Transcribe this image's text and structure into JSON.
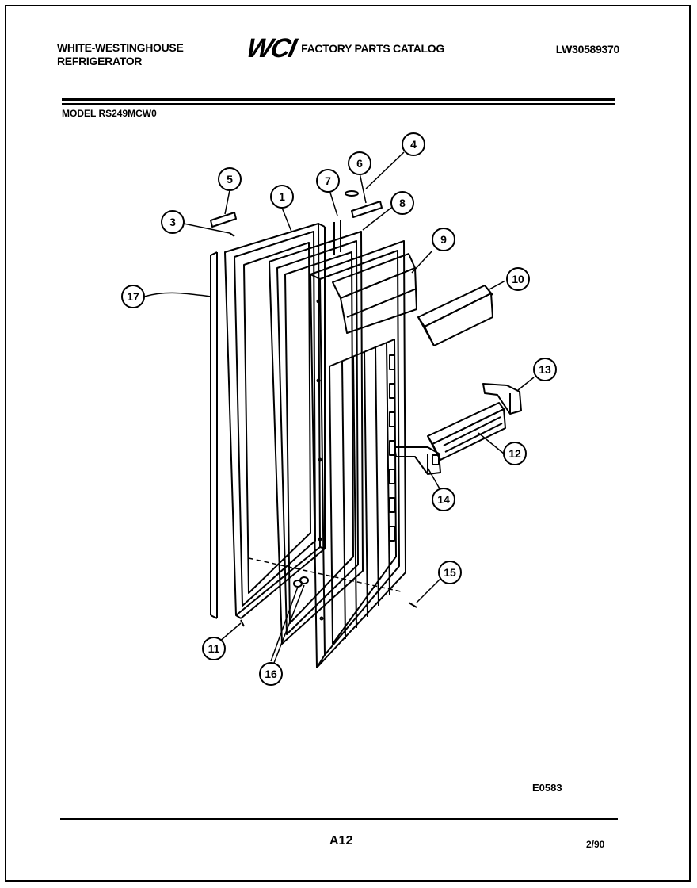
{
  "header": {
    "brand_line1": "WHITE-WESTINGHOUSE",
    "brand_line2": "REFRIGERATOR",
    "logo_text": "WCI",
    "catalog_title": "FACTORY PARTS CATALOG",
    "part_number": "LW30589370"
  },
  "model_label": "MODEL RS249MCW0",
  "callouts": [
    "1",
    "3",
    "4",
    "5",
    "6",
    "7",
    "8",
    "9",
    "10",
    "11",
    "12",
    "13",
    "14",
    "15",
    "16",
    "17"
  ],
  "drawing_code": "E0583",
  "footer": {
    "page_id": "A12",
    "date": "2/90"
  }
}
